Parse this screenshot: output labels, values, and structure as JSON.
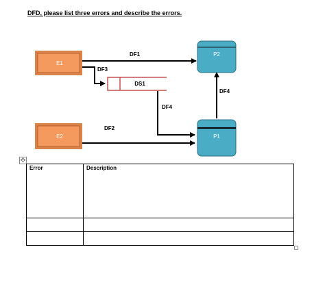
{
  "heading": "DFD, please list three errors and describe the errors.",
  "diagram": {
    "entities": [
      {
        "id": "E1",
        "label": "E1"
      },
      {
        "id": "E2",
        "label": "E2"
      }
    ],
    "processes": [
      {
        "id": "P1",
        "label": "P1"
      },
      {
        "id": "P2",
        "label": "P2"
      }
    ],
    "data_store": {
      "label": "DS1"
    },
    "flows": [
      {
        "label": "DF1"
      },
      {
        "label": "DF2"
      },
      {
        "label": "DF3"
      },
      {
        "label": "DF4"
      },
      {
        "label": "DF4"
      }
    ],
    "colors": {
      "entity_fill": "#f58b4c",
      "process_fill": "#4bacc6",
      "data_store_border": "#c0504d",
      "arrow": "#000000"
    }
  },
  "table": {
    "headers": [
      "Error",
      "Description"
    ],
    "rows": [
      [
        "",
        ""
      ],
      [
        "",
        ""
      ]
    ]
  }
}
